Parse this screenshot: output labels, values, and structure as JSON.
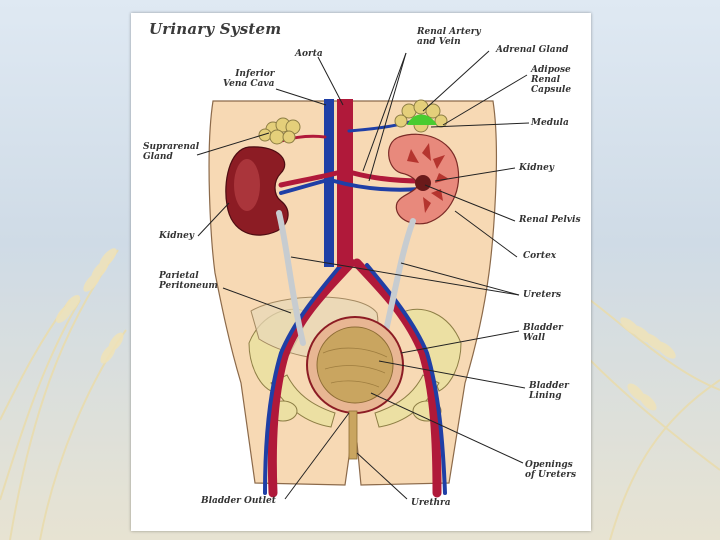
{
  "diagram": {
    "title": "Urinary System",
    "labels": {
      "aorta": "Aorta",
      "inferior_vena_cava": [
        "Inferior",
        "Vena Cava"
      ],
      "renal_artery_vein": [
        "Renal Artery",
        "and Vein"
      ],
      "adrenal_gland": "Adrenal Gland",
      "adipose_renal_capsule": [
        "Adipose",
        "Renal",
        "Capsule"
      ],
      "medula": "Medula",
      "suprarenal_gland": [
        "Suprarenal",
        "Gland"
      ],
      "kidney_left": "Kidney",
      "kidney_right": "Kidney",
      "renal_pelvis": "Renal Pelvis",
      "cortex": "Cortex",
      "parietal_peritoneum": [
        "Parietal",
        "Peritoneum"
      ],
      "ureters": "Ureters",
      "bladder_wall": [
        "Bladder",
        "Wall"
      ],
      "bladder_lining": [
        "Bladder",
        "Lining"
      ],
      "openings_of_ureters": [
        "Openings",
        "of Ureters"
      ],
      "bladder_outlet": "Bladder Outlet",
      "urethra": "Urethra"
    }
  },
  "colors": {
    "artery": "#b0193a",
    "vein": "#1f3fa6",
    "skin": "#f7d9b4",
    "kidney": "#8c1c24",
    "adrenal": "#e4cf7a",
    "medula_green": "#49cc2f",
    "bladder": "#c9a560",
    "ureter": "#c7ccd0"
  }
}
